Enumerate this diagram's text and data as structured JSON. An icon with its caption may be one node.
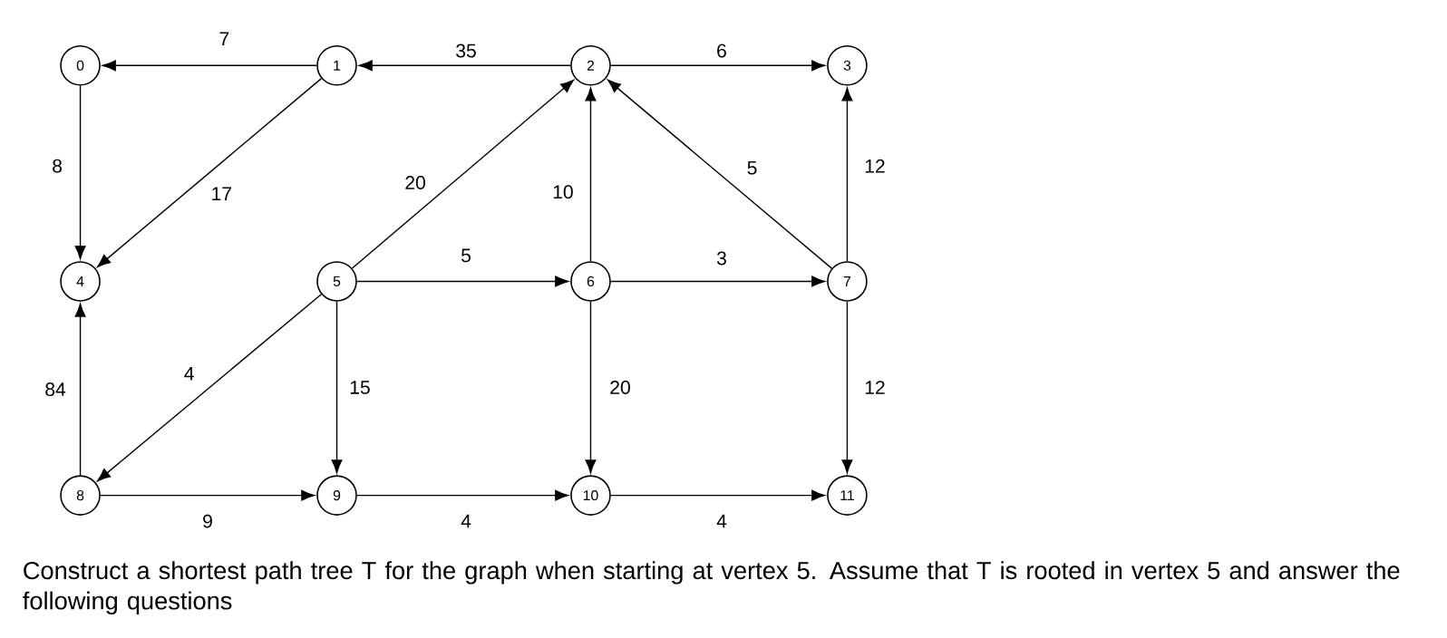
{
  "diagram": {
    "caption": "Construct a shortest path tree T for the graph when starting at vertex 5. Assume that T is rooted in vertex 5 and answer the following questions",
    "nodes": [
      {
        "text": [
          "0"
        ]
      },
      {
        "text": [
          "1"
        ]
      },
      {
        "text": [
          "2"
        ]
      },
      {
        "text": [
          "3"
        ]
      },
      {
        "text": [
          "4"
        ]
      },
      {
        "text": [
          "5"
        ]
      },
      {
        "text": [
          "6"
        ]
      },
      {
        "text": [
          "7"
        ]
      },
      {
        "text": [
          "8"
        ]
      },
      {
        "text": [
          "9"
        ]
      },
      {
        "text": [
          "10"
        ]
      },
      {
        "text": [
          "11"
        ]
      }
    ],
    "edges": [
      {
        "from": 1,
        "to": 0,
        "arrow": "to",
        "label": "7"
      },
      {
        "from": 2,
        "to": 1,
        "arrow": "to",
        "label": "35"
      },
      {
        "from": 2,
        "to": 3,
        "arrow": "to",
        "label": "6"
      },
      {
        "from": 0,
        "to": 4,
        "arrow": "to",
        "label": "8"
      },
      {
        "from": 1,
        "to": 4,
        "arrow": "to",
        "label": "17"
      },
      {
        "from": 5,
        "to": 2,
        "arrow": "to",
        "label": "20"
      },
      {
        "from": 6,
        "to": 2,
        "arrow": "to",
        "label": "10"
      },
      {
        "from": 7,
        "to": 2,
        "arrow": "to",
        "label": "5"
      },
      {
        "from": 7,
        "to": 3,
        "arrow": "to",
        "label": "12"
      },
      {
        "from": 5,
        "to": 6,
        "arrow": "to",
        "label": "5"
      },
      {
        "from": 6,
        "to": 7,
        "arrow": "to",
        "label": "3"
      },
      {
        "from": 5,
        "to": 8,
        "arrow": "to",
        "label": "4"
      },
      {
        "from": 5,
        "to": 9,
        "arrow": "to",
        "label": "15"
      },
      {
        "from": 8,
        "to": 4,
        "arrow": "to",
        "label": "84"
      },
      {
        "from": 6,
        "to": 10,
        "arrow": "to",
        "label": "20"
      },
      {
        "from": 7,
        "to": 11,
        "arrow": "to",
        "label": "12"
      },
      {
        "from": 8,
        "to": 9,
        "arrow": "to",
        "label": "9"
      },
      {
        "from": 9,
        "to": 10,
        "arrow": "to",
        "label": "4"
      },
      {
        "from": 10,
        "to": 11,
        "arrow": "to",
        "label": "4"
      }
    ]
  }
}
